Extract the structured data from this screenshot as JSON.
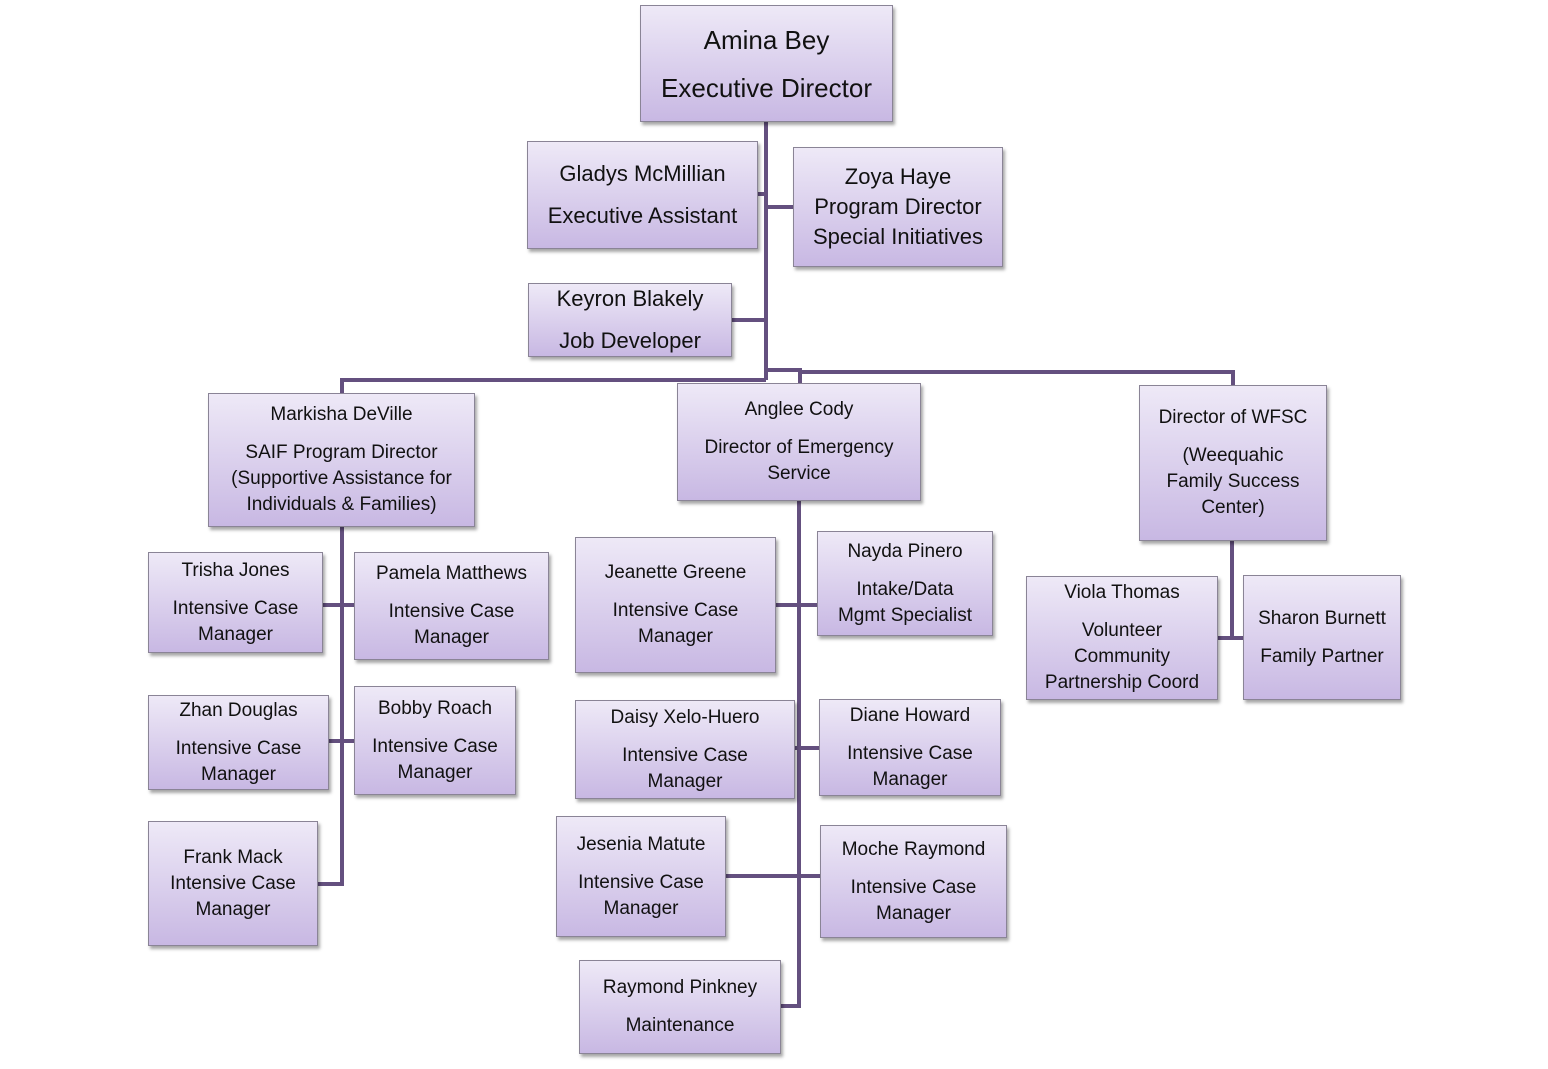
{
  "colors": {
    "connector": "#64507f",
    "box_top": "#eee9f7",
    "box_bottom": "#c8b8e3"
  },
  "nodes": [
    {
      "id": "amina-bey",
      "lines": [
        "Amina Bey",
        "Executive Director"
      ]
    },
    {
      "id": "gladys-mcmillian",
      "lines": [
        "Gladys McMillian",
        "Executive Assistant"
      ]
    },
    {
      "id": "zoya-haye",
      "lines": [
        "Zoya Haye",
        "Program Director",
        "Special Initiatives"
      ]
    },
    {
      "id": "keyron-blakely",
      "lines": [
        "Keyron Blakely",
        "Job Developer"
      ]
    },
    {
      "id": "markisha-deville",
      "lines": [
        "Markisha DeVille",
        "SAIF Program Director",
        "(Supportive Assistance for",
        "Individuals & Families)"
      ]
    },
    {
      "id": "anglee-cody",
      "lines": [
        "Anglee Cody",
        "Director of Emergency",
        "Service"
      ]
    },
    {
      "id": "director-wfsc",
      "lines": [
        "Director of WFSC",
        "(Weequahic",
        "Family Success",
        "Center)"
      ]
    },
    {
      "id": "trisha-jones",
      "lines": [
        "Trisha Jones",
        "Intensive Case",
        "Manager"
      ]
    },
    {
      "id": "pamela-matthews",
      "lines": [
        "Pamela Matthews",
        "Intensive Case",
        "Manager"
      ]
    },
    {
      "id": "zhan-douglas",
      "lines": [
        "Zhan Douglas",
        "Intensive Case",
        "Manager"
      ]
    },
    {
      "id": "bobby-roach",
      "lines": [
        "Bobby Roach",
        "Intensive Case",
        "Manager"
      ]
    },
    {
      "id": "frank-mack",
      "lines": [
        "Frank Mack",
        "Intensive Case",
        "Manager"
      ]
    },
    {
      "id": "jeanette-greene",
      "lines": [
        "Jeanette Greene",
        "Intensive Case",
        "Manager"
      ]
    },
    {
      "id": "nayda-pinero",
      "lines": [
        "Nayda Pinero",
        "Intake/Data",
        "Mgmt Specialist"
      ]
    },
    {
      "id": "daisy-xelo-huero",
      "lines": [
        "Daisy Xelo-Huero",
        "Intensive Case",
        "Manager"
      ]
    },
    {
      "id": "diane-howard",
      "lines": [
        "Diane Howard",
        "Intensive Case",
        "Manager"
      ]
    },
    {
      "id": "jesenia-matute",
      "lines": [
        "Jesenia Matute",
        "Intensive Case",
        "Manager"
      ]
    },
    {
      "id": "moche-raymond",
      "lines": [
        "Moche Raymond",
        "Intensive Case",
        "Manager"
      ]
    },
    {
      "id": "raymond-pinkney",
      "lines": [
        "Raymond Pinkney",
        "Maintenance"
      ]
    },
    {
      "id": "viola-thomas",
      "lines": [
        "Viola Thomas",
        "Volunteer",
        "Community",
        "Partnership Coord"
      ]
    },
    {
      "id": "sharon-burnett",
      "lines": [
        "Sharon Burnett",
        "Family Partner"
      ]
    }
  ]
}
